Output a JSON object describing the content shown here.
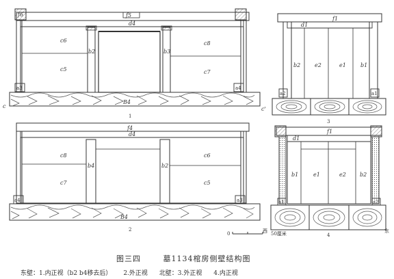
{
  "figure": {
    "number": "图三四",
    "title": "墓1134棺房侧壁结构图",
    "legend": [
      "东壁：1.内正视（b2 b4移去后）",
      "2.外正视",
      "北壁：3.外正视",
      "4.内正视"
    ]
  },
  "panels": [
    {
      "id": "1",
      "caption": "1",
      "labels": {
        "top_post_left": "f6",
        "top_beam_tag": "f5",
        "beam": "d4",
        "post_left": "b2",
        "post_right": "b3",
        "plank_ul": "c6",
        "plank_ll": "c5",
        "plank_ur": "c8",
        "plank_lr": "c7",
        "sill": "B4",
        "foot_left": "a3",
        "foot_right": "a4",
        "cut_left": "c",
        "cut_right": "c'"
      }
    },
    {
      "id": "2",
      "caption": "2",
      "labels": {
        "beam_top": "f4",
        "beam": "d4",
        "post_left": "b4",
        "post_right": "b2",
        "plank_ul": "c8",
        "plank_ll": "c7",
        "plank_ur": "c6",
        "plank_lr": "c5",
        "sill": "B4",
        "foot_left": "a4",
        "foot_right": "a3"
      }
    },
    {
      "id": "3",
      "caption": "3",
      "labels": {
        "beam_top": "f1",
        "beam": "d1",
        "post_left": "b2",
        "post_right": "b1",
        "plank_1": "e2",
        "plank_2": "e1",
        "foot_left": "a2",
        "foot_right": "a1"
      }
    },
    {
      "id": "4",
      "caption": "4",
      "labels": {
        "beam_top": "f1",
        "beam": "d1",
        "post_left": "b1",
        "post_right": "b2",
        "plank_1": "e1",
        "plank_2": "e2",
        "foot_left": "a1",
        "foot_right": "a2",
        "dir_left": "西",
        "dir_right": "东"
      }
    }
  ],
  "scale_bar": {
    "zero": "0",
    "label": "50厘米"
  }
}
